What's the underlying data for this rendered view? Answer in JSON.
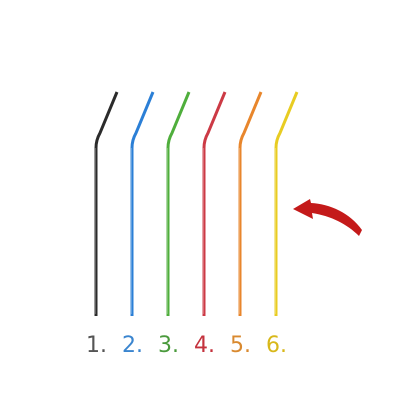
{
  "straws": [
    {
      "label": "1.",
      "color": "#2b2b2b",
      "label_color": "#555555"
    },
    {
      "label": "2.",
      "color": "#2b7fd6",
      "label_color": "#3a85cf"
    },
    {
      "label": "3.",
      "color": "#4fae3c",
      "label_color": "#4a9a3c"
    },
    {
      "label": "4.",
      "color": "#cc3a45",
      "label_color": "#c4323d"
    },
    {
      "label": "5.",
      "color": "#e8862c",
      "label_color": "#d9892f"
    },
    {
      "label": "6.",
      "color": "#e8cc22",
      "label_color": "#d8b81a"
    }
  ],
  "pointer": {
    "icon": "curved-arrow-icon",
    "color": "#c41a1a",
    "points_to_straw": 6
  }
}
